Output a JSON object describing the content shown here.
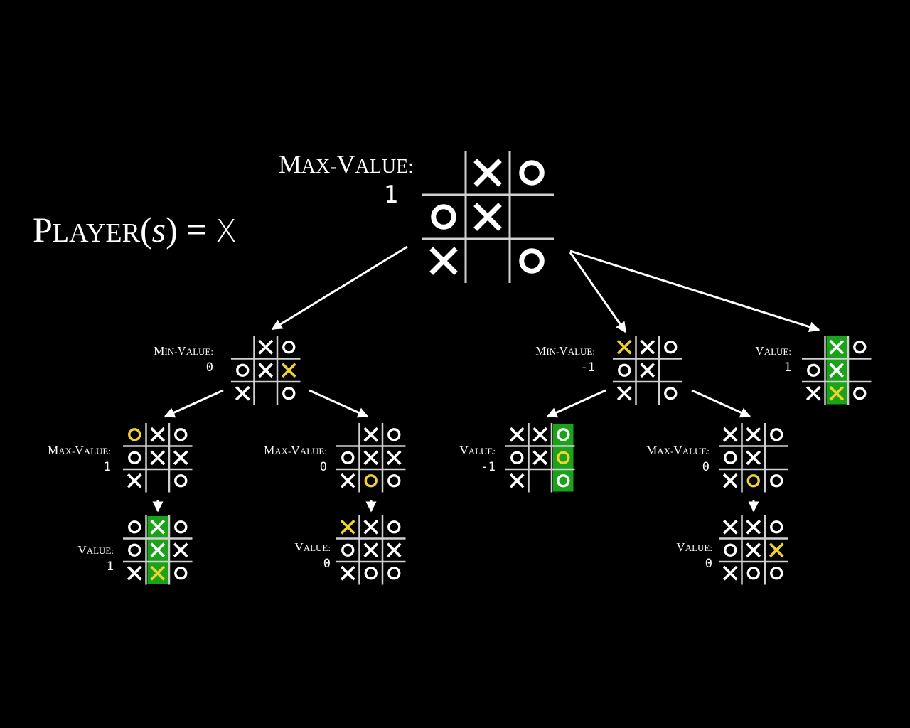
{
  "player_label": {
    "prefix_initial": "P",
    "prefix_rest": "LAYER",
    "open": "(",
    "var": "s",
    "close": ")",
    "equals": " = ",
    "value": "X"
  },
  "colors": {
    "background": "#000000",
    "line": "#d0d0d0",
    "mark": "#ffffff",
    "new_mark": "#f2d230",
    "win_highlight": "#1aa31a",
    "label": "#ffffff"
  },
  "nodes": [
    {
      "id": "root",
      "label": "MAX-VALUE:",
      "value": "1",
      "board": [
        "",
        "X",
        "O",
        "O",
        "X",
        "",
        "X",
        "",
        "O"
      ],
      "new": null,
      "win": null
    },
    {
      "id": "min-left",
      "label": "MIN-VALUE:",
      "value": "0",
      "board": [
        "",
        "X",
        "O",
        "O",
        "X",
        "X",
        "X",
        "",
        "O"
      ],
      "new": 5,
      "win": null
    },
    {
      "id": "min-mid",
      "label": "MIN-VALUE:",
      "value": "-1",
      "board": [
        "X",
        "X",
        "O",
        "O",
        "X",
        "",
        "X",
        "",
        "O"
      ],
      "new": 0,
      "win": null
    },
    {
      "id": "value-right",
      "label": "VALUE:",
      "value": "1",
      "board": [
        "",
        "X",
        "O",
        "O",
        "X",
        "",
        "X",
        "X",
        "O"
      ],
      "new": 7,
      "win": [
        1,
        4,
        7
      ]
    },
    {
      "id": "max-a",
      "label": "MAX-VALUE:",
      "value": "1",
      "board": [
        "O",
        "X",
        "O",
        "O",
        "X",
        "X",
        "X",
        "",
        "O"
      ],
      "new": 0,
      "win": null
    },
    {
      "id": "max-b",
      "label": "MAX-VALUE:",
      "value": "0",
      "board": [
        "",
        "X",
        "O",
        "O",
        "X",
        "X",
        "X",
        "O",
        "O"
      ],
      "new": 7,
      "win": null
    },
    {
      "id": "value-c",
      "label": "VALUE:",
      "value": "-1",
      "board": [
        "X",
        "X",
        "O",
        "O",
        "X",
        "O",
        "X",
        "",
        "O"
      ],
      "new": 5,
      "win": [
        2,
        5,
        8
      ]
    },
    {
      "id": "max-d",
      "label": "MAX-VALUE:",
      "value": "0",
      "board": [
        "X",
        "X",
        "O",
        "O",
        "X",
        "",
        "X",
        "O",
        "O"
      ],
      "new": 7,
      "win": null
    },
    {
      "id": "value-a",
      "label": "VALUE:",
      "value": "1",
      "board": [
        "O",
        "X",
        "O",
        "O",
        "X",
        "X",
        "X",
        "X",
        "O"
      ],
      "new": 7,
      "win": [
        1,
        4,
        7
      ]
    },
    {
      "id": "value-b",
      "label": "VALUE:",
      "value": "0",
      "board": [
        "X",
        "X",
        "O",
        "O",
        "X",
        "X",
        "X",
        "O",
        "O"
      ],
      "new": 0,
      "win": null
    },
    {
      "id": "value-d",
      "label": "VALUE:",
      "value": "0",
      "board": [
        "X",
        "X",
        "O",
        "O",
        "X",
        "X",
        "X",
        "O",
        "O"
      ],
      "new": 5,
      "win": null
    }
  ],
  "edges": [
    {
      "from": "root",
      "to": "min-left"
    },
    {
      "from": "root",
      "to": "min-mid"
    },
    {
      "from": "root",
      "to": "value-right"
    },
    {
      "from": "min-left",
      "to": "max-a"
    },
    {
      "from": "min-left",
      "to": "max-b"
    },
    {
      "from": "min-mid",
      "to": "value-c"
    },
    {
      "from": "min-mid",
      "to": "max-d"
    },
    {
      "from": "max-a",
      "to": "value-a"
    },
    {
      "from": "max-b",
      "to": "value-b"
    },
    {
      "from": "max-d",
      "to": "value-d"
    }
  ]
}
